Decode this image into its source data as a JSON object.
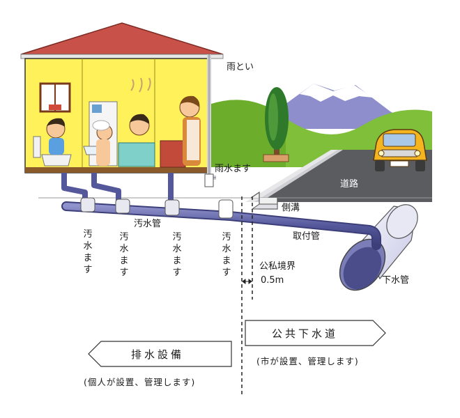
{
  "labels": {
    "rain_gutter": "雨とい",
    "rain_basin": "雨水ます",
    "road": "道路",
    "side_ditch": "側溝",
    "sewage_pipe": "汚水管",
    "connection_pipe": "取付管",
    "boundary_title": "公私境界",
    "boundary_distance": "0.5m",
    "sewer_main": "下水管",
    "sewage_basins": [
      "汚水ます",
      "汚水ます",
      "汚水ます",
      "汚水ます"
    ]
  },
  "public_sewer": {
    "title": "公共下水道",
    "note": "(市が設置、管理します)"
  },
  "drainage": {
    "title": "排水設備",
    "note": "(個人が設置、管理します)"
  },
  "colors": {
    "house_wall": "#fff15a",
    "roof": "#c8524a",
    "pipe": "#54579a",
    "hill": "#7fbf3a",
    "mountain": "#8d8ecb",
    "car": "#f5b521"
  }
}
